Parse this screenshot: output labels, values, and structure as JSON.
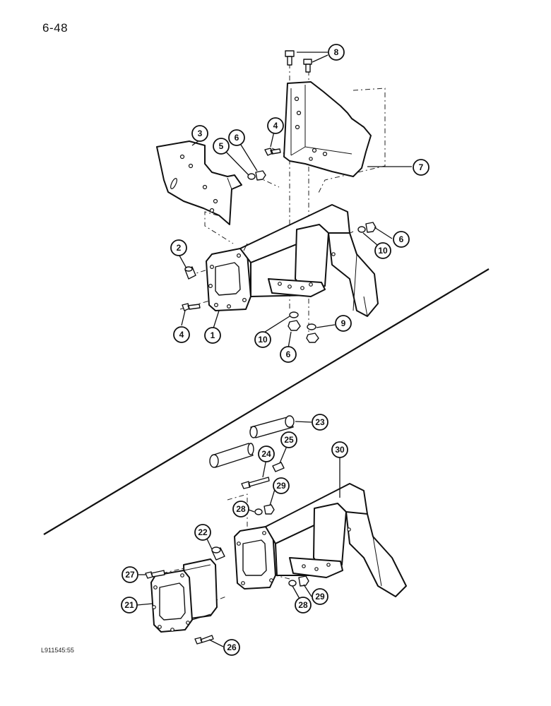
{
  "page": {
    "number": "6-48",
    "doc_code": "L911545:55"
  },
  "callouts": {
    "c1": "1",
    "c2": "2",
    "c3": "3",
    "c4a": "4",
    "c4b": "4",
    "c5": "5",
    "c6a": "6",
    "c6b": "6",
    "c6c": "6",
    "c7": "7",
    "c8": "8",
    "c9": "9",
    "c10a": "10",
    "c10b": "10",
    "c21": "21",
    "c22": "22",
    "c23": "23",
    "c24": "24",
    "c25": "25",
    "c26": "26",
    "c27": "27",
    "c28a": "28",
    "c28b": "28",
    "c29a": "29",
    "c29b": "29",
    "c30": "30"
  }
}
